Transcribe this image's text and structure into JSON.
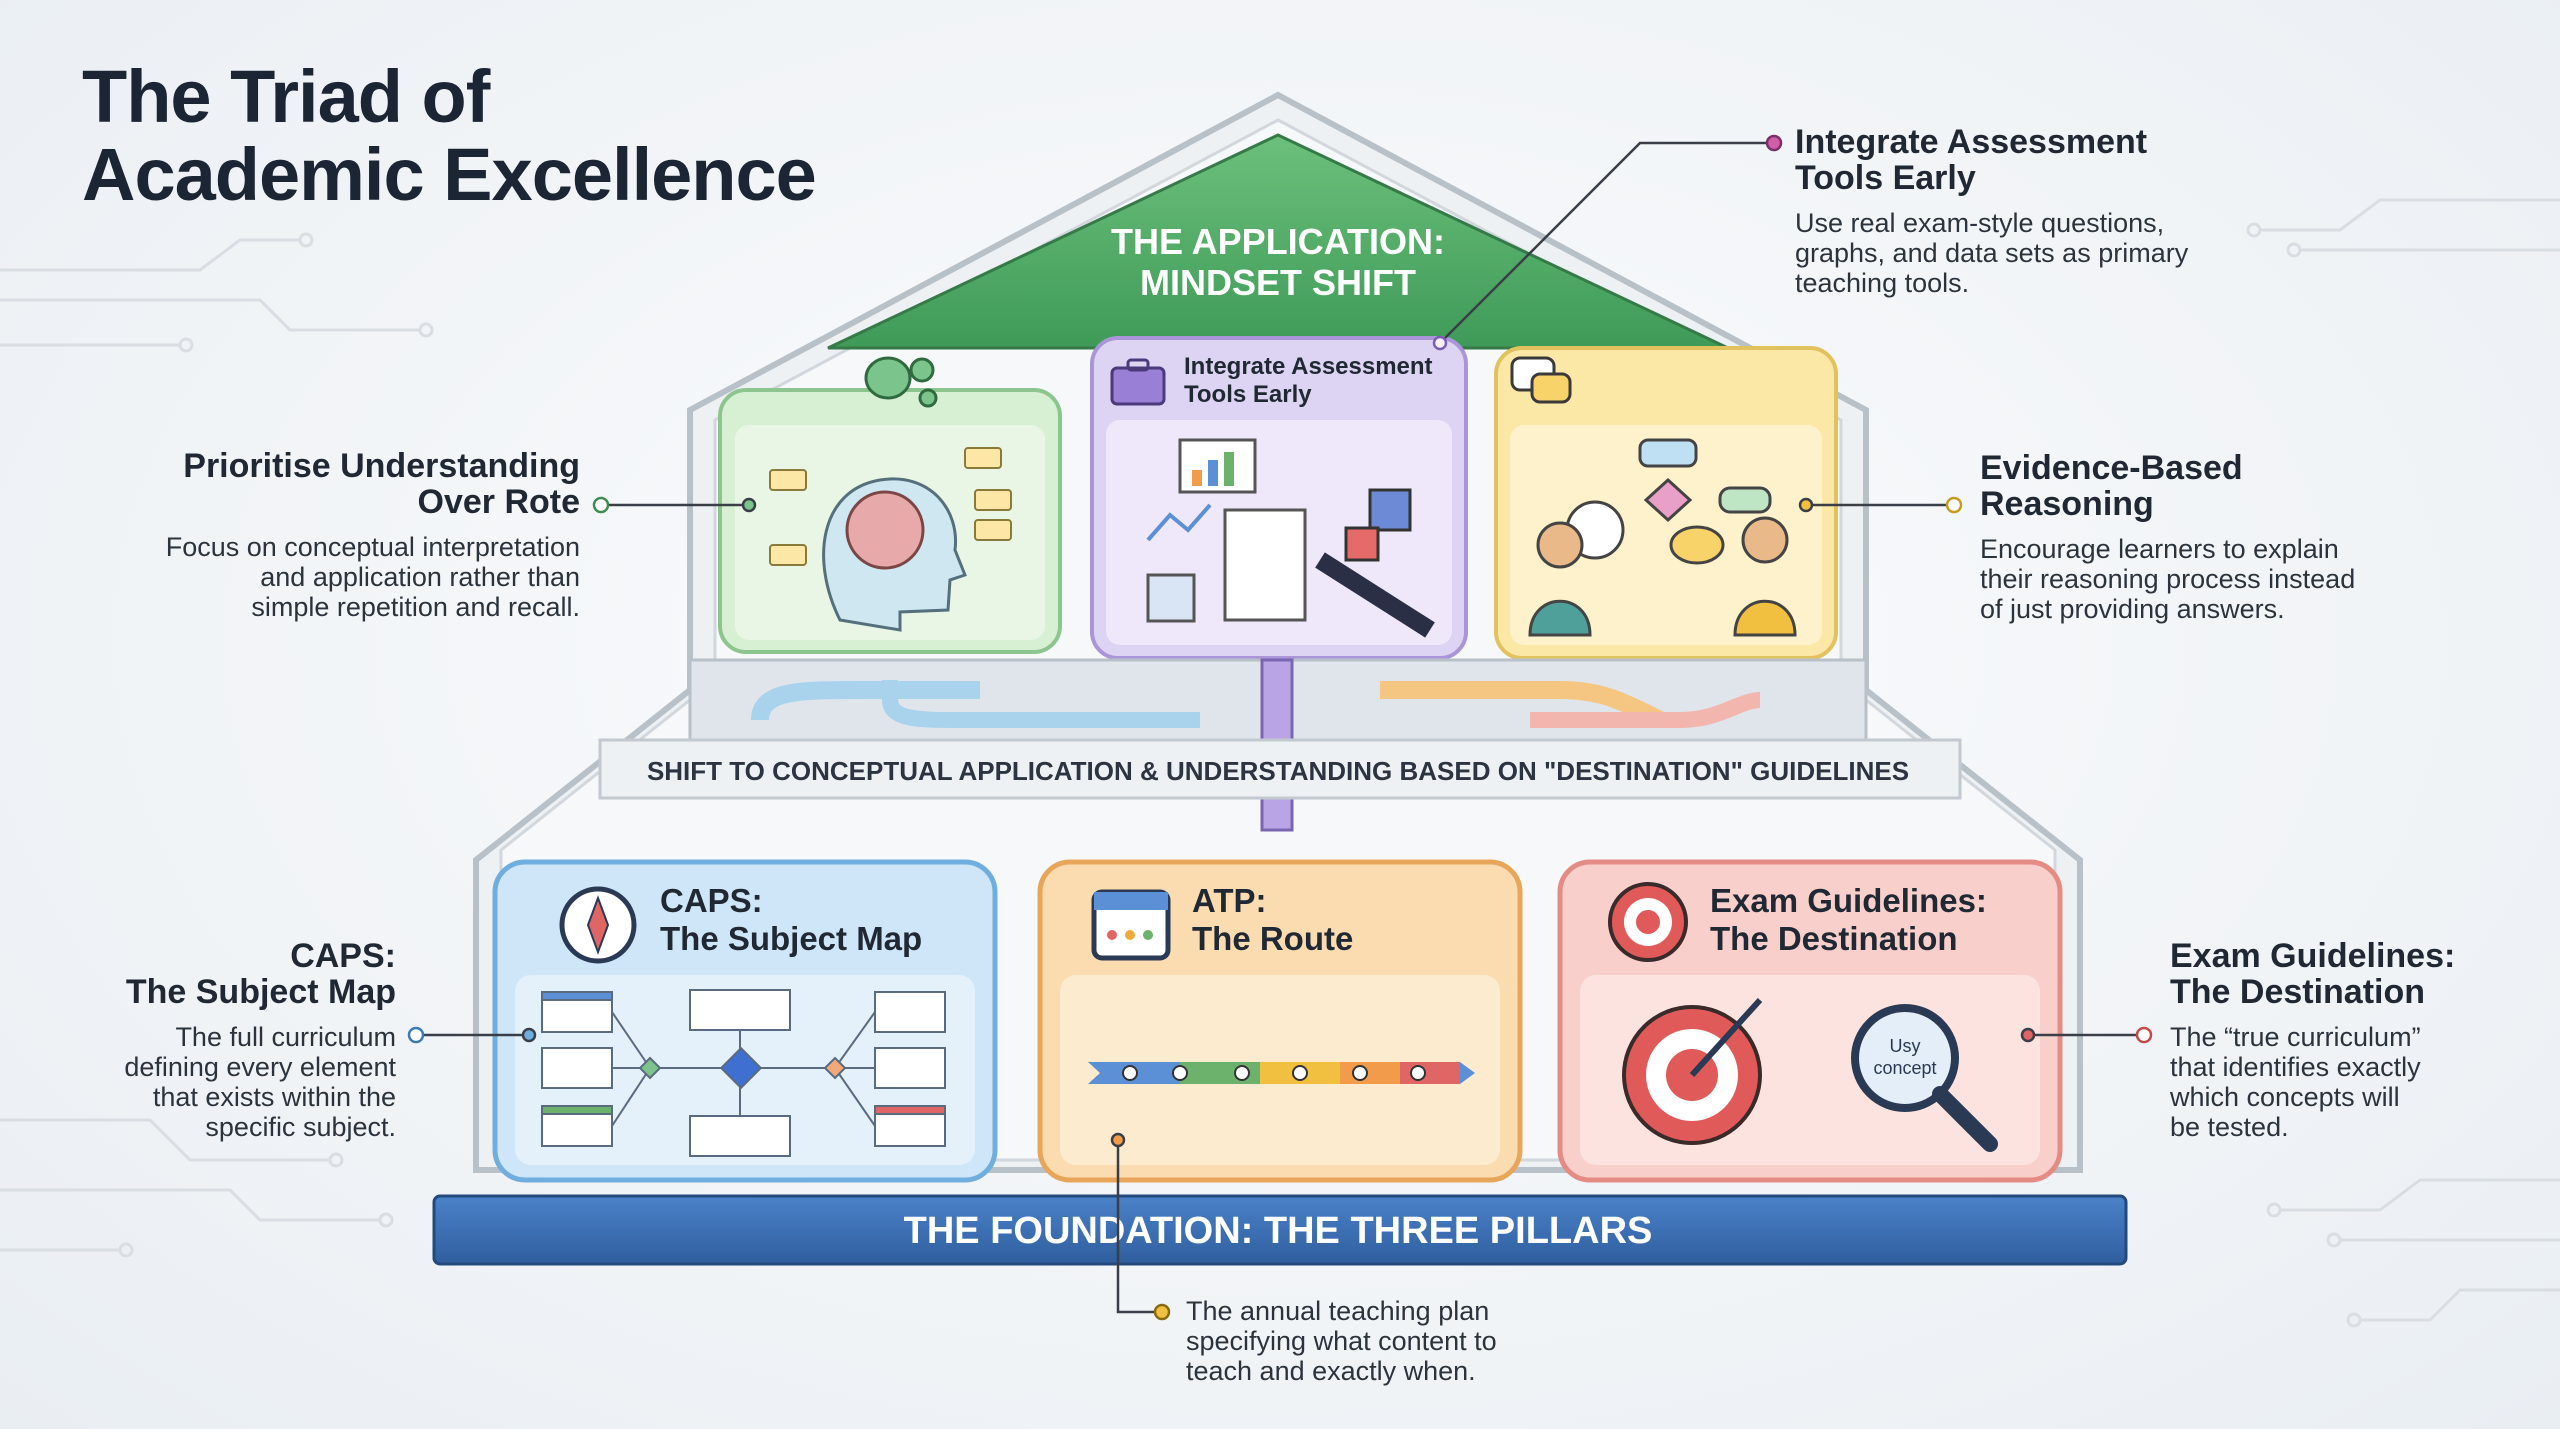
{
  "title": {
    "line1": "The Triad of",
    "line2": "Academic Excellence"
  },
  "roof": {
    "line1": "THE APPLICATION:",
    "line2": "MINDSET SHIFT"
  },
  "upper_cards": {
    "middle_title_line1": "Integrate Assessment",
    "middle_title_line2": "Tools Early"
  },
  "band": {
    "text": "SHIFT TO CONCEPTUAL APPLICATION & UNDERSTANDING BASED ON \"DESTINATION\" GUIDELINES"
  },
  "pillars": {
    "caps": {
      "line1": "CAPS:",
      "line2": "The Subject Map"
    },
    "atp": {
      "line1": "ATP:",
      "line2": "The Route"
    },
    "exam": {
      "line1": "Exam Guidelines:",
      "line2": "The Destination"
    },
    "exam_magnifier_label_1": "Usy",
    "exam_magnifier_label_2": "concept"
  },
  "foundation": {
    "text": "THE FOUNDATION: THE THREE PILLARS"
  },
  "annotations": {
    "integrate": {
      "heading_1": "Integrate Assessment",
      "heading_2": "Tools Early",
      "body_1": "Use real exam-style questions,",
      "body_2": "graphs, and data sets as primary",
      "body_3": "teaching tools."
    },
    "prioritise": {
      "heading_1": "Prioritise Understanding",
      "heading_2": "Over Rote",
      "body_1": "Focus on conceptual interpretation",
      "body_2": "and application rather than",
      "body_3": "simple repetition and recall."
    },
    "evidence": {
      "heading_1": "Evidence-Based",
      "heading_2": "Reasoning",
      "body_1": "Encourage learners to explain",
      "body_2": "their reasoning process instead",
      "body_3": "of just providing answers."
    },
    "caps": {
      "heading_1": "CAPS:",
      "heading_2": "The Subject Map",
      "body_1": "The full curriculum",
      "body_2": "defining every element",
      "body_3": "that exists within the",
      "body_4": "specific subject."
    },
    "exam": {
      "heading_1": "Exam Guidelines:",
      "heading_2": "The Destination",
      "body_1": "The “true curriculum”",
      "body_2": "that identifies exactly",
      "body_3": "which concepts will",
      "body_4": "be tested."
    },
    "atp": {
      "body_1": "The annual teaching plan",
      "body_2": "specifying what content to",
      "body_3": "teach and exactly when."
    }
  },
  "colors": {
    "roof_green": "#4aa864",
    "foundation_blue": "#3a6fb7",
    "card_green": "#d7efd3",
    "card_purple": "#ddd3f2",
    "card_yellow": "#fbe7a6",
    "card_blue": "#cfe6f8",
    "card_orange": "#fbdcb0",
    "card_red": "#f8cfcb"
  },
  "icons": [
    "brain-gear-icon",
    "briefcase-icon",
    "speech-bubble-icon",
    "compass-icon",
    "calendar-icon",
    "target-icon",
    "magnifier-icon"
  ]
}
